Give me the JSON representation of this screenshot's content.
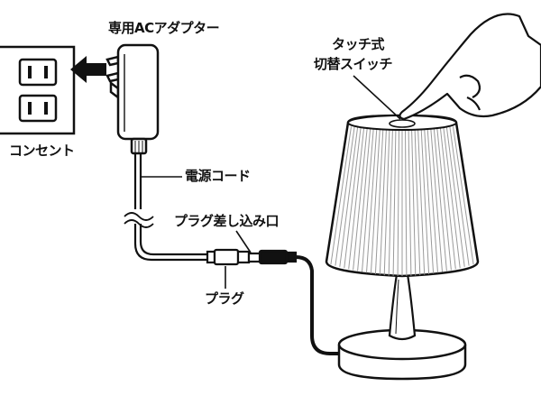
{
  "labels": {
    "adapter": "専用ACアダプター",
    "touch_switch_line1": "タッチ式",
    "touch_switch_line2": "切替スイッチ",
    "outlet": "コンセント",
    "power_cord": "電源コード",
    "plug_jack": "プラグ差し込み口",
    "plug": "プラグ"
  },
  "colors": {
    "line": "#111111",
    "cord": "#111111",
    "shade_stripe": "#9a9a9a",
    "background": "#ffffff"
  },
  "icons": {
    "outlet": "wall-outlet-icon",
    "adapter": "ac-adapter-icon",
    "arrow": "insert-arrow-icon",
    "hand": "pointing-hand-icon",
    "lamp": "table-lamp-icon"
  }
}
